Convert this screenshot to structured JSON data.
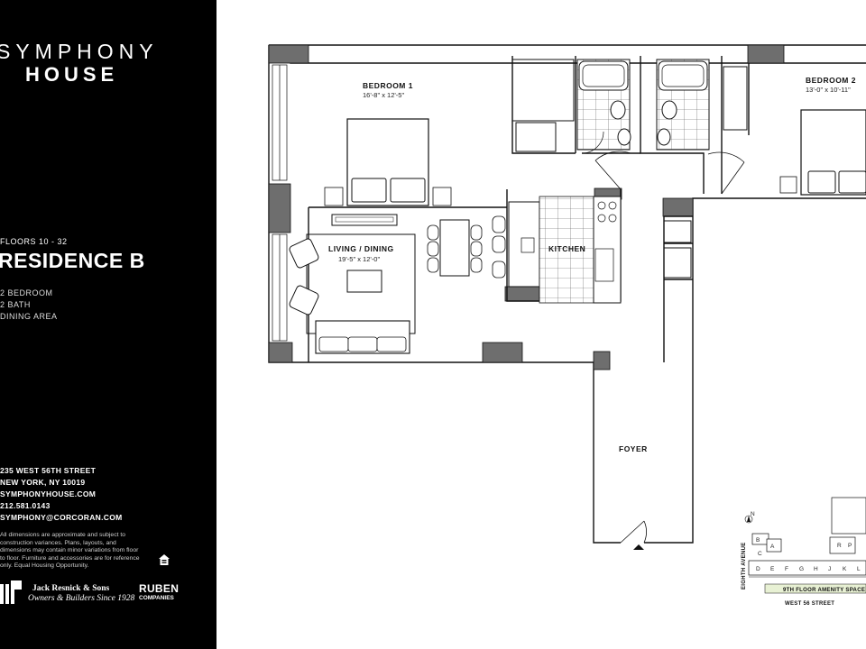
{
  "brand": {
    "line1": "SYMPHONY",
    "line2": "HOUSE"
  },
  "residence": {
    "floors": "FLOORS 10 - 32",
    "name": "RESIDENCE B",
    "features": [
      "2 BEDROOM",
      "2 BATH",
      "DINING AREA"
    ]
  },
  "contact": {
    "address1": "235 WEST 56TH STREET",
    "address2": "NEW YORK, NY 10019",
    "website": "SYMPHONYHOUSE.COM",
    "phone": "212.581.0143",
    "email": "SYMPHONY@CORCORAN.COM"
  },
  "disclaimer": "All dimensions are approximate and subject to construction variances. Plans, layouts, and dimensions may contain minor variations from floor to floor. Furniture and accessories are for reference only. Equal Housing Opportunity.",
  "developers": {
    "jr_name": "Jack Resnick & Sons",
    "jr_tagline": "Owners & Builders Since 1928",
    "ruben_line1": "RUBEN",
    "ruben_line2": "COMPANIES"
  },
  "rooms": {
    "bedroom1": {
      "label": "BEDROOM 1",
      "dims": "16'-8\" x 12'-5\""
    },
    "bedroom2": {
      "label": "BEDROOM 2",
      "dims": "13'-0\" x 10'-11\""
    },
    "living": {
      "label": "LIVING / DINING",
      "dims": "19'-5\" x 12'-0\""
    },
    "kitchen": {
      "label": "KITCHEN"
    },
    "foyer": {
      "label": "FOYER"
    }
  },
  "keyplan": {
    "street": "WEST 56 STREET",
    "avenue": "EIGHTH AVENUE",
    "amenity": "9TH FLOOR AMENITY SPACE",
    "north": "N",
    "units_top": [
      "B",
      "A",
      "R",
      "P"
    ],
    "units_bottom": [
      "D",
      "E",
      "F",
      "G",
      "H",
      "J",
      "K",
      "L"
    ],
    "unit_c": "C"
  },
  "colors": {
    "sidebar": "#000000",
    "wall": "#6e6e6e",
    "line": "#111111",
    "highlight": "#e8f1d4"
  }
}
